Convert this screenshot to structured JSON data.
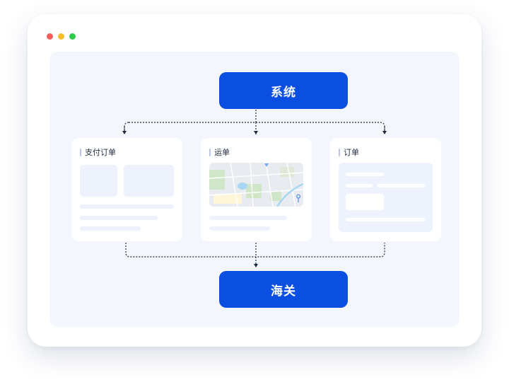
{
  "window": {
    "controls": [
      "close",
      "minimize",
      "maximize"
    ]
  },
  "diagram": {
    "top_node": "系统",
    "bottom_node": "海关",
    "cards": [
      {
        "title": "支付订单"
      },
      {
        "title": "运单"
      },
      {
        "title": "订单"
      }
    ]
  },
  "colors": {
    "node": "#0a4ee2",
    "stage": "#f3f6fd",
    "card": "#ffffff",
    "placeholder": "#eef2fc",
    "connector": "#1f2a3d"
  }
}
